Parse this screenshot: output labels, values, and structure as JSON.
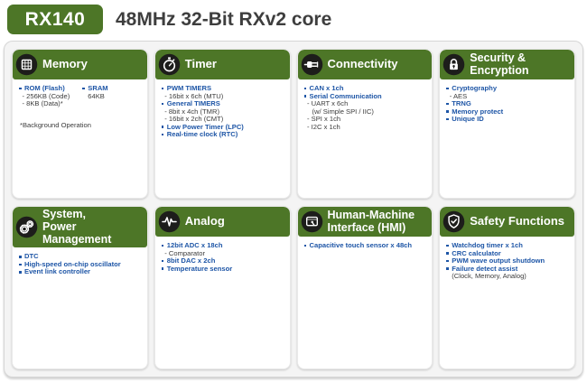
{
  "colors": {
    "green": "#4d7627",
    "blue": "#1d55a6",
    "dark_text": "#3c3c3c",
    "icon_bg": "#1d1d1b"
  },
  "header": {
    "badge": "RX140",
    "title": "48MHz 32-Bit RXv2 core"
  },
  "cards": [
    {
      "id": "memory",
      "icon": "memory-chip-icon",
      "title": "Memory",
      "columns": [
        [
          {
            "text": "ROM (Flash)",
            "style": "main"
          },
          {
            "text": "- 256KB (Code)",
            "style": "sub"
          },
          {
            "text": "- 8KB (Data)*",
            "style": "sub"
          }
        ],
        [
          {
            "text": "SRAM",
            "style": "main"
          },
          {
            "text": "64KB",
            "style": "plain"
          }
        ]
      ],
      "footnote": "*Background Operation"
    },
    {
      "id": "timer",
      "icon": "stopwatch-icon",
      "title": "Timer",
      "items": [
        {
          "text": "PWM TIMERS",
          "style": "main"
        },
        {
          "text": "- 16bit x 6ch (MTU)",
          "style": "sub"
        },
        {
          "text": "General TIMERS",
          "style": "main"
        },
        {
          "text": "- 8bit x 4ch (TMR)",
          "style": "sub"
        },
        {
          "text": "- 16bit x 2ch (CMT)",
          "style": "sub"
        },
        {
          "text": "Low Power Timer (LPC)",
          "style": "main"
        },
        {
          "text": "Real-time clock (RTC)",
          "style": "main"
        }
      ]
    },
    {
      "id": "connectivity",
      "icon": "plug-icon",
      "title": "Connectivity",
      "items": [
        {
          "text": "CAN x 1ch",
          "style": "main"
        },
        {
          "text": "Serial Communication",
          "style": "main"
        },
        {
          "text": "- UART x 6ch",
          "style": "sub"
        },
        {
          "text": "(w/ Simple SPI / IIC)",
          "style": "sub2"
        },
        {
          "text": "- SPI x 1ch",
          "style": "sub"
        },
        {
          "text": "- I2C x 1ch",
          "style": "sub"
        }
      ]
    },
    {
      "id": "security-encryption",
      "icon": "lock-icon",
      "title": "Security &\nEncryption",
      "items": [
        {
          "text": "Cryptography",
          "style": "main"
        },
        {
          "text": "- AES",
          "style": "sub"
        },
        {
          "text": "TRNG",
          "style": "main"
        },
        {
          "text": "Memory protect",
          "style": "main"
        },
        {
          "text": "Unique ID",
          "style": "main"
        }
      ]
    },
    {
      "id": "system-power-management",
      "icon": "gears-icon",
      "title": "System,\nPower Management",
      "items": [
        {
          "text": "DTC",
          "style": "main"
        },
        {
          "text": "High-speed on-chip oscillator",
          "style": "main"
        },
        {
          "text": "Event link controller",
          "style": "main"
        }
      ]
    },
    {
      "id": "analog",
      "icon": "waveform-icon",
      "title": "Analog",
      "items": [
        {
          "text": "12bit ADC x 18ch",
          "style": "main"
        },
        {
          "text": "- Comparator",
          "style": "sub"
        },
        {
          "text": "8bit DAC x 2ch",
          "style": "main"
        },
        {
          "text": "Temperature sensor",
          "style": "main"
        }
      ]
    },
    {
      "id": "hmi",
      "icon": "touch-screen-icon",
      "title": "Human-Machine\nInterface (HMI)",
      "items": [
        {
          "text": "Capacitive touch sensor x 48ch",
          "style": "main"
        }
      ]
    },
    {
      "id": "safety-functions",
      "icon": "shield-check-icon",
      "title": "Safety Functions",
      "items": [
        {
          "text": "Watchdog timer x 1ch",
          "style": "main"
        },
        {
          "text": "CRC calculator",
          "style": "main"
        },
        {
          "text": "PWM wave output shutdown",
          "style": "main"
        },
        {
          "text": "Failure detect assist",
          "style": "main"
        },
        {
          "text": "(Clock, Memory, Analog)",
          "style": "plain"
        }
      ]
    }
  ]
}
